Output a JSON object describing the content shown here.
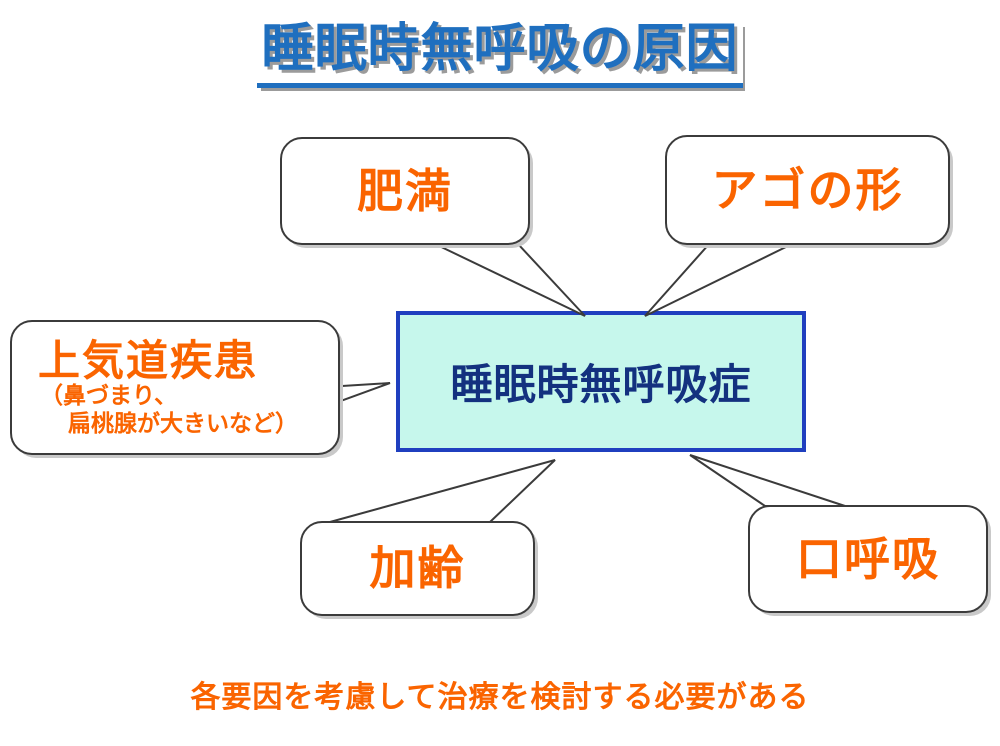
{
  "slide": {
    "title": "睡眠時無呼吸の原因",
    "caption": "各要因を考慮して治療を検討する必要がある"
  },
  "center": {
    "label": "睡眠時無呼吸症",
    "fill_color": "#C6F7EC",
    "border_color": "#1F3FBF",
    "text_color": "#13317F"
  },
  "colors": {
    "title_blue": "#1F6FBF",
    "title_shadow": "#9B9B9B",
    "factor_orange": "#FA6400",
    "bubble_border": "#3B3B3B",
    "bubble_fill": "#FFFFFF",
    "background": "#FFFFFF"
  },
  "factors": [
    {
      "id": "obesity",
      "label": "肥満",
      "position": "top-left"
    },
    {
      "id": "jaw-shape",
      "label": "アゴの形",
      "position": "top-right"
    },
    {
      "id": "upper-airway-disease",
      "label": "上気道疾患",
      "detail_line1": "（鼻づまり、",
      "detail_line2": "扁桃腺が大きいなど）",
      "position": "left"
    },
    {
      "id": "aging",
      "label": "加齢",
      "position": "bottom-left"
    },
    {
      "id": "mouth-breathing",
      "label": "口呼吸",
      "position": "bottom-right"
    }
  ]
}
